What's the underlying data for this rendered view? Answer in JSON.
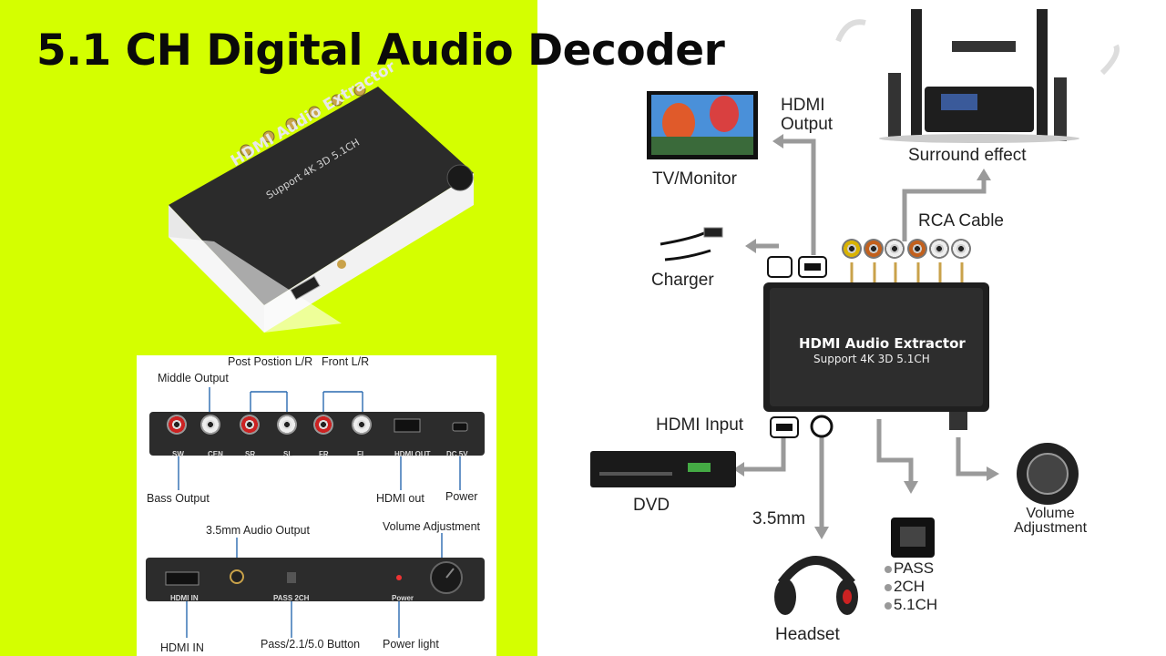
{
  "title": "5.1 CH Digital Audio Decoder",
  "product": {
    "name": "HDMI Audio Extractor",
    "subtitle": "Support 4K 3D 5.1CH"
  },
  "detail_top": {
    "callouts": {
      "middle_output": "Middle Output",
      "post_position": "Post Postion L/R",
      "front": "Front L/R",
      "bass_output": "Bass Output",
      "hdmi_out": "HDMI out",
      "power": "Power"
    },
    "port_labels": {
      "sw": "SW",
      "cen": "CEN",
      "sr": "SR",
      "sl": "SL",
      "fr": "FR",
      "fl": "FL",
      "hdmi_out": "HDMI OUT",
      "dc5v": "DC 5V"
    }
  },
  "detail_bottom": {
    "callouts": {
      "audio_output": "3.5mm Audio Output",
      "volume": "Volume Adjustment",
      "hdmi_in": "HDMI IN",
      "pass_button": "Pass/2.1/5.0 Button",
      "power_light": "Power light"
    },
    "port_labels": {
      "hdmi_in": "HDMI IN",
      "pass_2ch": "PASS  2CH",
      "power": "Power"
    }
  },
  "diagram": {
    "hdmi_output": "HDMI Output",
    "tv_monitor": "TV/Monitor",
    "surround_effect": "Surround  effect",
    "rca_cable": "RCA  Cable",
    "charger": "Charger",
    "hdmi_input": "HDMI  Input",
    "dvd": "DVD",
    "mm35": "3.5mm",
    "headset": "Headset",
    "volume_adjustment": "Volume Adjustment",
    "modes": [
      "PASS",
      "2CH",
      "5.1CH"
    ]
  },
  "colors": {
    "panel_green": "#d4ff00",
    "device_body": "#2a2a2a",
    "arrow": "#9a9a9a"
  }
}
